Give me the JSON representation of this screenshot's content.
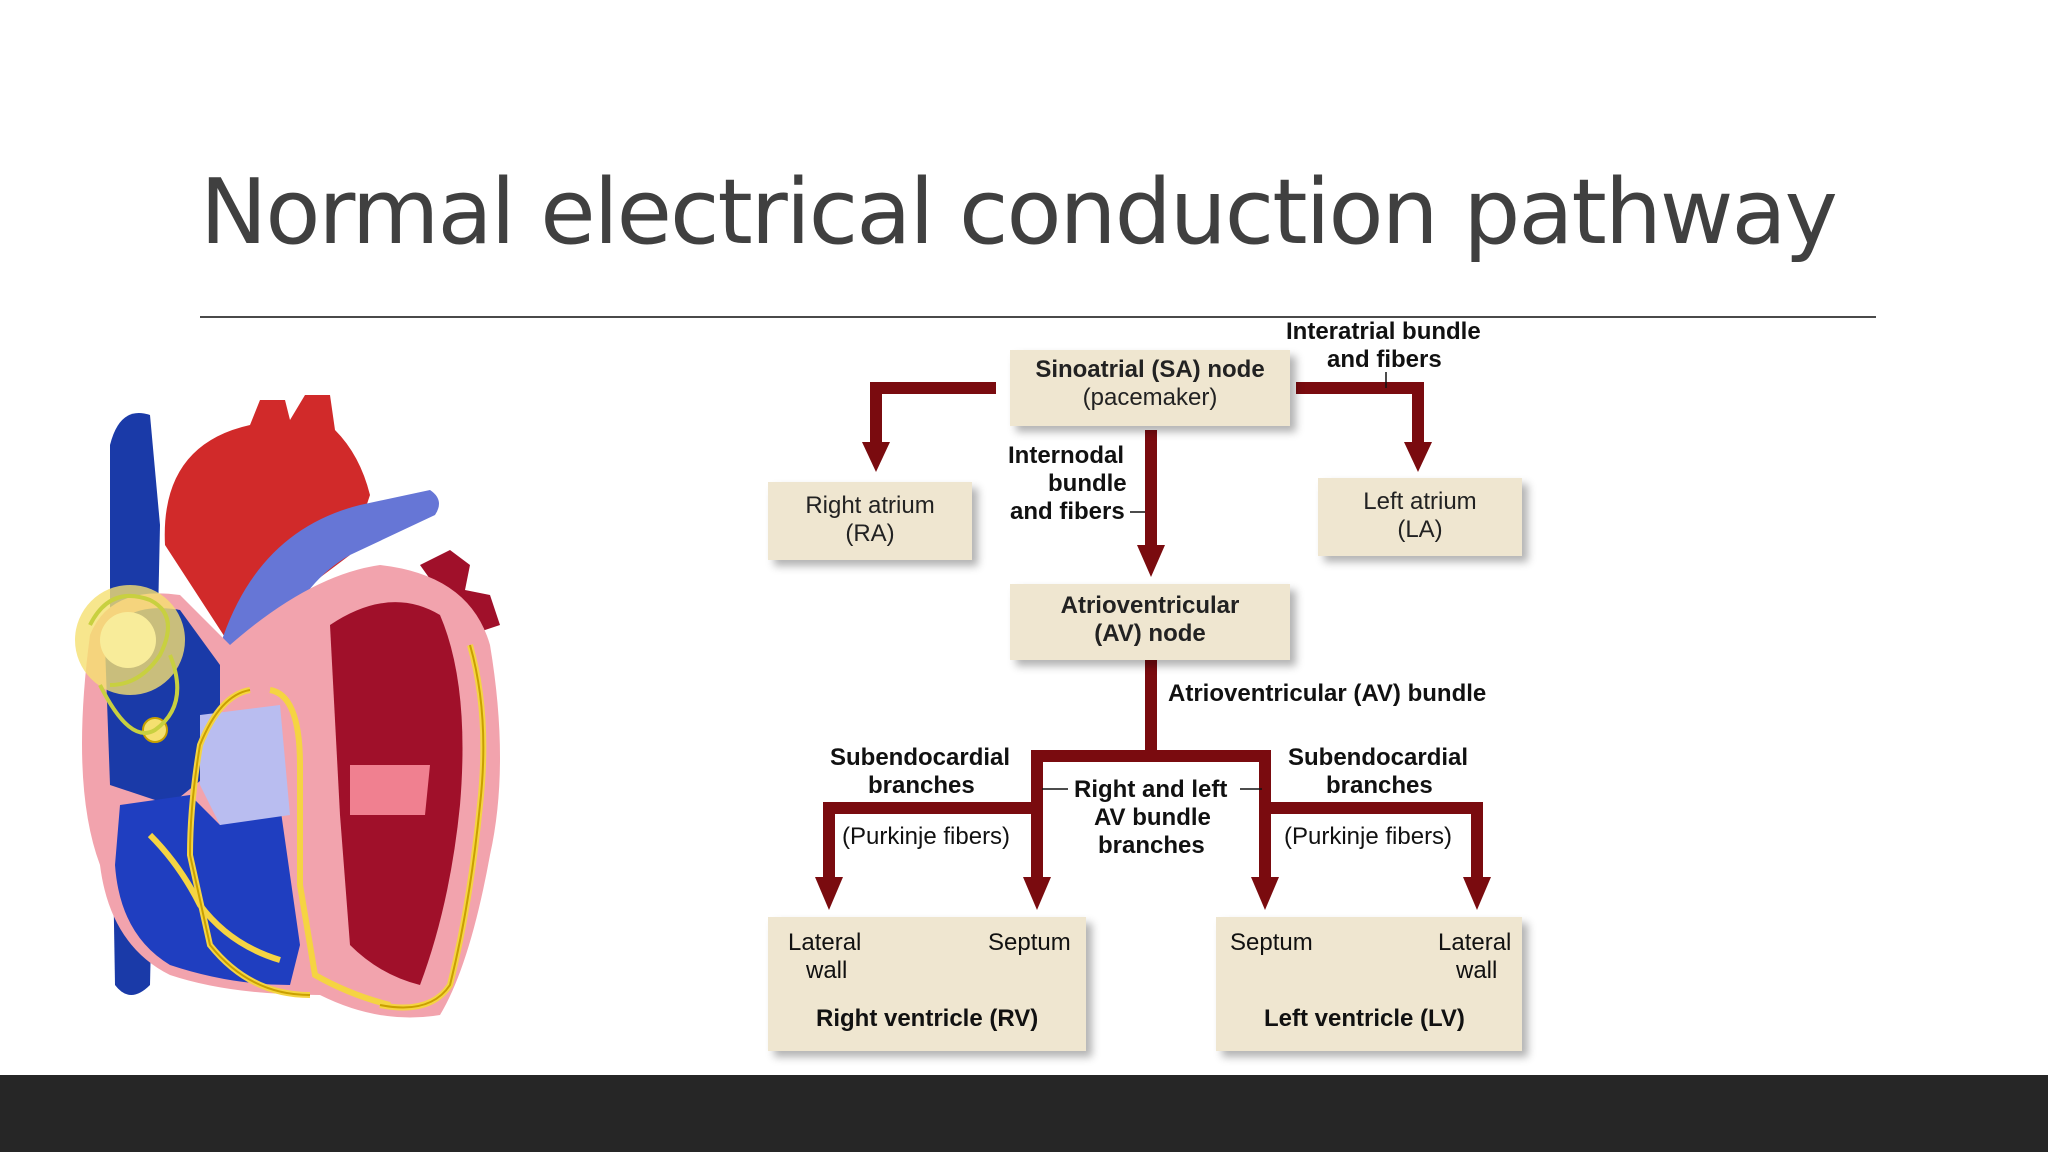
{
  "slide": {
    "title": "Normal electrical conduction pathway"
  },
  "diagram": {
    "nodes": {
      "sa_title": "Sinoatrial (SA) node",
      "sa_sub": "(pacemaker)",
      "ra_line1": "Right atrium",
      "ra_line2": "(RA)",
      "la_line1": "Left atrium",
      "la_line2": "(LA)",
      "av_line1": "Atrioventricular",
      "av_line2": "(AV) node",
      "rv_lateral_1": "Lateral",
      "rv_lateral_2": "wall",
      "rv_septum": "Septum",
      "rv_title": "Right ventricle (RV)",
      "lv_septum": "Septum",
      "lv_lateral_1": "Lateral",
      "lv_lateral_2": "wall",
      "lv_title": "Left ventricle (LV)"
    },
    "labels": {
      "interatrial_1": "Interatrial bundle",
      "interatrial_2": "and fibers",
      "internodal_1": "Internodal",
      "internodal_2": "bundle",
      "internodal_3": "and fibers",
      "av_bundle": "Atrioventricular (AV) bundle",
      "subendo_left_1": "Subendocardial",
      "subendo_left_2": "branches",
      "subendo_right_1": "Subendocardial",
      "subendo_right_2": "branches",
      "purkinje_left": "(Purkinje fibers)",
      "purkinje_right": "(Purkinje fibers)",
      "bundle_branches_1": "Right and left",
      "bundle_branches_2": "AV bundle",
      "bundle_branches_3": "branches"
    },
    "colors": {
      "arrow": "#7a0b0f",
      "box": "#efe6d0"
    }
  }
}
